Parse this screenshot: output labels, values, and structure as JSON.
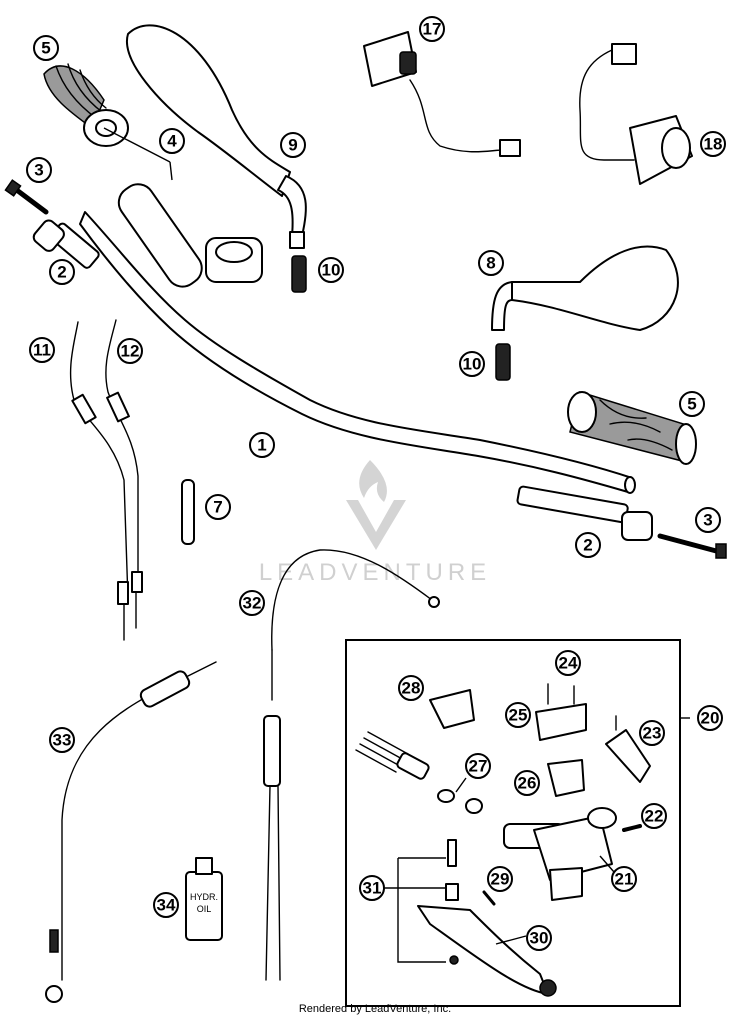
{
  "watermark": {
    "text": "LEADVENTURE"
  },
  "footer": {
    "text": "Rendered by LeadVenture, Inc."
  },
  "callouts": [
    "1",
    "2",
    "2",
    "3",
    "3",
    "4",
    "5",
    "5",
    "7",
    "8",
    "9",
    "10",
    "10",
    "11",
    "12",
    "17",
    "18",
    "20",
    "21",
    "22",
    "23",
    "24",
    "25",
    "26",
    "27",
    "28",
    "29",
    "30",
    "31",
    "32",
    "33",
    "34"
  ],
  "oil_label": {
    "line1": "HYDR.",
    "line2": "OIL"
  }
}
